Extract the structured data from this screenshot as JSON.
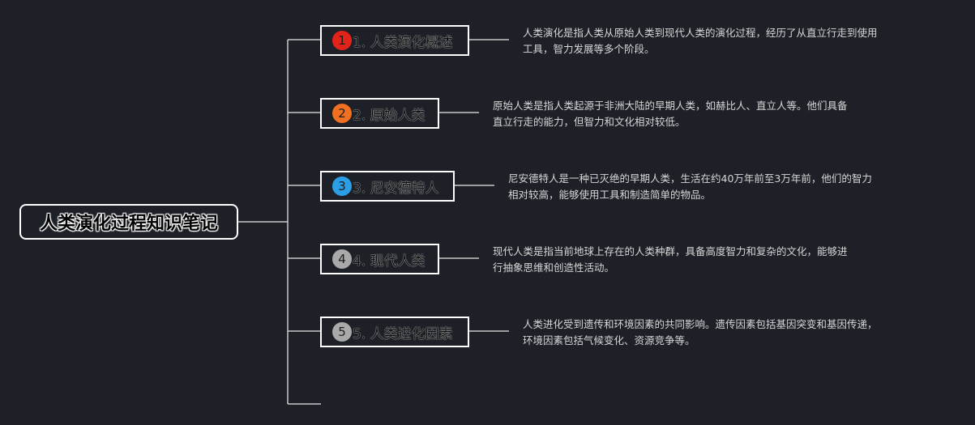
{
  "root": {
    "title": "人类演化过程知识笔记"
  },
  "colors": {
    "background": "#1d2027",
    "connector": "#c8c8c8",
    "badge_1": "#e2231a",
    "badge_2": "#f07021",
    "badge_3": "#2b9fe6",
    "badge_4": "#a9a9a9",
    "badge_5": "#a9a9a9"
  },
  "topics": [
    {
      "badge": "1",
      "label": "1. 人类演化概述",
      "desc": [
        "人类演化是指人类从原始人类到现代人类的演化过程，经历了从直立行走到使用",
        "工具，智力发展等多个阶段。"
      ]
    },
    {
      "badge": "2",
      "label": "2. 原始人类",
      "desc": [
        "原始人类是指人类起源于非洲大陆的早期人类，如赫比人、直立人等。他们具备",
        "直立行走的能力，但智力和文化相对较低。"
      ]
    },
    {
      "badge": "3",
      "label": "3. 尼安德特人",
      "desc": [
        "尼安德特人是一种已灭绝的早期人类，生活在约40万年前至3万年前，他们的智力",
        "相对较高，能够使用工具和制造简单的物品。"
      ]
    },
    {
      "badge": "4",
      "label": "4. 现代人类",
      "desc": [
        "现代人类是指当前地球上存在的人类种群，具备高度智力和复杂的文化，能够进",
        "行抽象思维和创造性活动。"
      ]
    },
    {
      "badge": "5",
      "label": "5. 人类进化因素",
      "desc": [
        "人类进化受到遗传和环境因素的共同影响。遗传因素包括基因突变和基因传递，",
        "环境因素包括气候变化、资源竞争等。"
      ]
    }
  ]
}
